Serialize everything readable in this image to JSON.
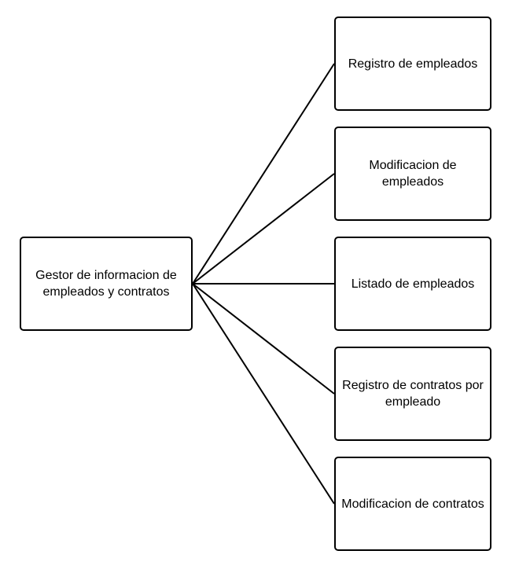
{
  "diagram": {
    "root": {
      "label": "Gestor de informacion de empleados y contratos"
    },
    "children": [
      {
        "label": "Registro de empleados"
      },
      {
        "label": "Modificacion de empleados"
      },
      {
        "label": "Listado de empleados"
      },
      {
        "label": "Registro de contratos por empleado"
      },
      {
        "label": "Modificacion de contratos"
      }
    ],
    "colors": {
      "stroke": "#000000",
      "fill": "#ffffff",
      "text": "#000000"
    }
  }
}
